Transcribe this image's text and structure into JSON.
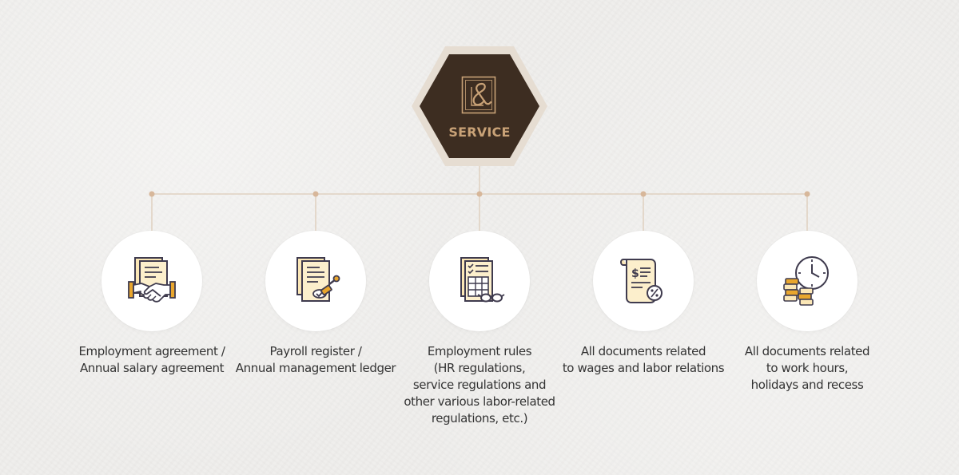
{
  "center": {
    "label": "SERVICE"
  },
  "colors": {
    "hex_outer": "#e6ddd2",
    "hex_inner": "#3d2d21",
    "gold": "#c9a277",
    "line": "#dccbb8",
    "icon_fill": "#fbe7b6",
    "icon_stroke": "#3f3b4e"
  },
  "items": [
    {
      "icon": "handshake-contract-icon",
      "caption_lines": [
        "Employment agreement /",
        "Annual salary agreement"
      ]
    },
    {
      "icon": "document-stamp-icon",
      "caption_lines": [
        "Payroll register /",
        "Annual management ledger"
      ]
    },
    {
      "icon": "checklist-glasses-icon",
      "caption_lines": [
        "Employment rules",
        "(HR regulations,",
        "service regulations and",
        "other various labor-related",
        "regulations, etc.)"
      ]
    },
    {
      "icon": "invoice-scroll-icon",
      "caption_lines": [
        "All documents related",
        "to wages and labor relations"
      ]
    },
    {
      "icon": "clock-coins-icon",
      "caption_lines": [
        "All documents related",
        "to work hours,",
        "holidays and recess"
      ]
    }
  ]
}
